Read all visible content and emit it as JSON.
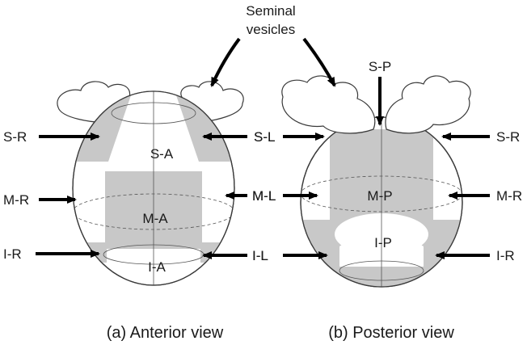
{
  "diagram": {
    "title_line1": "Seminal",
    "title_line2": "vesicles",
    "anterior": {
      "caption": "(a) Anterior view",
      "regions": {
        "sa": "S-A",
        "ma": "M-A",
        "ia": "I-A"
      },
      "left_labels": {
        "sr": "S-R",
        "mr": "M-R",
        "ir": "I-R"
      },
      "right_labels": {
        "sl": "S-L",
        "ml": "M-L",
        "il": "I-L"
      }
    },
    "posterior": {
      "caption": "(b) Posterior view",
      "top_label": "S-P",
      "regions": {
        "mp": "M-P",
        "ip": "I-P"
      },
      "left_labels": {
        "sl": "S-L",
        "ml": "M-L",
        "il": "I-L"
      },
      "right_labels": {
        "sr": "S-R",
        "mr": "M-R",
        "ir": "I-R"
      }
    }
  },
  "colors": {
    "shade": "#c8c8c8",
    "outline": "#3a3a3a",
    "arrow": "#000000"
  }
}
